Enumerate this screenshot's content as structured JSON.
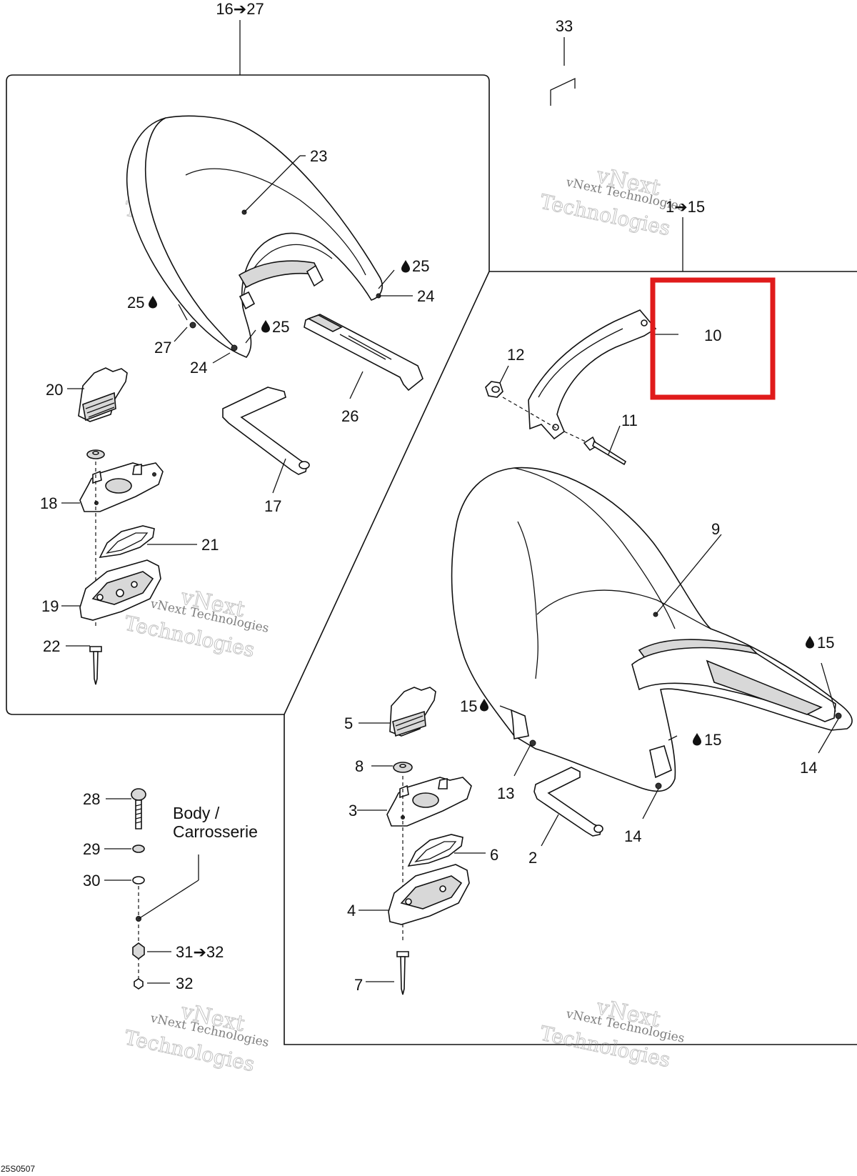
{
  "callouts": {
    "c16_27": "16➔27",
    "c33": "33",
    "c23": "23",
    "c25a": "25",
    "c24a": "24",
    "c25b": "25",
    "c25c": "25",
    "c27": "27",
    "c24b": "24",
    "c26": "26",
    "c20": "20",
    "c17": "17",
    "c18": "18",
    "c21": "21",
    "c19": "19",
    "c22": "22",
    "c1_15": "1➔15",
    "c10": "10",
    "c12": "12",
    "c11": "11",
    "c9": "9",
    "c15a": "15",
    "c15b": "15",
    "c15c": "15",
    "c14a": "14",
    "c13": "13",
    "c14b": "14",
    "c5": "5",
    "c8": "8",
    "c3": "3",
    "c6": "6",
    "c2": "2",
    "c4": "4",
    "c7": "7",
    "c28": "28",
    "c29": "29",
    "c30": "30",
    "c31_32": "31➔32",
    "c32": "32"
  },
  "body_label": {
    "line1": "Body /",
    "line2": "Carrosserie"
  },
  "diagram_code": "25S0507",
  "watermark": {
    "line1": "vNext Technologies",
    "line2": "vNext",
    "line3": "Technologies"
  },
  "highlight_color": "#e01b1b",
  "icons": {
    "drop": "sealant-drop-icon"
  }
}
